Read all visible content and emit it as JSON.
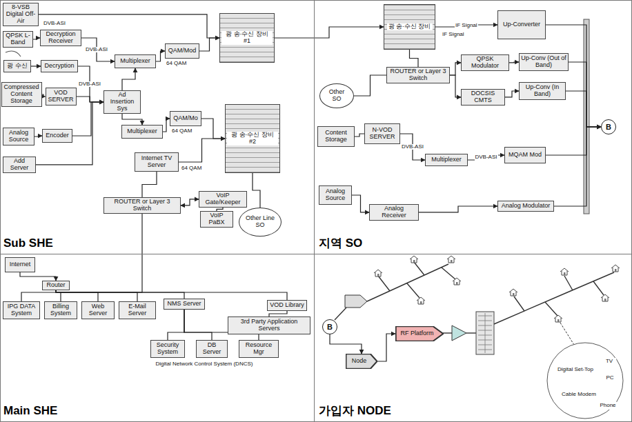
{
  "diagram": {
    "nodes": [
      {
        "text": [
          "Sub SHE"
        ]
      },
      {
        "text": [
          "지역 SO"
        ]
      },
      {
        "text": [
          "Main SHE"
        ]
      },
      {
        "text": [
          "가입자 NODE"
        ]
      },
      {
        "text": [
          "8-VSB Digital Off-Air"
        ],
        "in": 0
      },
      {
        "text": [
          "QPSK L-Band"
        ],
        "in": 0
      },
      {
        "text": [
          "Decryption Receiver"
        ],
        "in": 0
      },
      {
        "text": [
          "광 수신"
        ],
        "in": 0
      },
      {
        "text": [
          "Decryption"
        ],
        "in": 0
      },
      {
        "text": [
          "Compressed Content Storage"
        ],
        "in": 0
      },
      {
        "text": [
          "VOD SERVER"
        ],
        "in": 0
      },
      {
        "text": [
          "Analog Source"
        ],
        "in": 0
      },
      {
        "text": [
          "Encoder"
        ],
        "in": 0
      },
      {
        "text": [
          "Add Server"
        ],
        "in": 0
      },
      {
        "text": [
          "Ad Insertion Sys"
        ],
        "in": 0
      },
      {
        "text": [
          "Multiplexer"
        ],
        "in": 0
      },
      {
        "text": [
          "QAM/Mod"
        ],
        "in": 0
      },
      {
        "text": [
          "Multiplexer"
        ],
        "in": 0
      },
      {
        "text": [
          "QAM/Mo"
        ],
        "in": 0
      },
      {
        "text": [
          "광 송·수신 장비 #1"
        ],
        "in": 0
      },
      {
        "text": [
          "광 송·수신 장비 #2"
        ],
        "in": 0
      },
      {
        "text": [
          "Internet TV Server"
        ],
        "in": 0
      },
      {
        "text": [
          "VoIP Gate/Keeper"
        ],
        "in": 0
      },
      {
        "text": [
          "VoIP PaBX"
        ],
        "in": 0
      },
      {
        "text": [
          "Other Line SO"
        ],
        "in": 0
      },
      {
        "text": [
          "ROUTER or Layer 3 Switch"
        ],
        "in": 0
      },
      {
        "text": [
          "광 송·수신 장비"
        ],
        "in": 1
      },
      {
        "text": [
          "Up-Converter"
        ],
        "in": 1
      },
      {
        "text": [
          "QPSK Modulator"
        ],
        "in": 1
      },
      {
        "text": [
          "Up-Conv (Out of Band)"
        ],
        "in": 1
      },
      {
        "text": [
          "DOCSIS CMTS"
        ],
        "in": 1
      },
      {
        "text": [
          "Up-Conv (In Band)"
        ],
        "in": 1
      },
      {
        "text": [
          "ROUTER or Layer 3 Switch"
        ],
        "in": 1
      },
      {
        "text": [
          "Other SO"
        ],
        "in": 1
      },
      {
        "text": [
          "Content Storage"
        ],
        "in": 1
      },
      {
        "text": [
          "N-VOD SERVER"
        ],
        "in": 1
      },
      {
        "text": [
          "Multiplexer"
        ],
        "in": 1
      },
      {
        "text": [
          "MQAM Mod"
        ],
        "in": 1
      },
      {
        "text": [
          "Analog Source"
        ],
        "in": 1
      },
      {
        "text": [
          "Analog Receiver"
        ],
        "in": 1
      },
      {
        "text": [
          "Analog Modulator"
        ],
        "in": 1
      },
      {
        "text": [
          "B"
        ],
        "in": 1
      },
      {
        "text": [
          "Internet"
        ],
        "in": 2
      },
      {
        "text": [
          "Router"
        ],
        "in": 2
      },
      {
        "text": [
          "VOD Library"
        ],
        "in": 2
      },
      {
        "text": [
          "3rd Party Application Servers"
        ],
        "in": 2
      },
      {
        "text": [
          "NMS Server"
        ],
        "in": 2
      },
      {
        "text": [
          "IPG DATA System"
        ],
        "in": 2
      },
      {
        "text": [
          "Billing System"
        ],
        "in": 2
      },
      {
        "text": [
          "Web Server"
        ],
        "in": 2
      },
      {
        "text": [
          "E-Mail Server"
        ],
        "in": 2
      },
      {
        "text": [
          "Security System"
        ],
        "in": 2
      },
      {
        "text": [
          "DB Server"
        ],
        "in": 2
      },
      {
        "text": [
          "Resource Mgr"
        ],
        "in": 2
      },
      {
        "text": [
          "B"
        ],
        "in": 3
      },
      {
        "text": [
          "Node"
        ],
        "in": 3
      },
      {
        "text": [
          "RF Platform"
        ],
        "in": 3
      },
      {
        "text": [
          "TV"
        ],
        "in": 3
      },
      {
        "text": [
          "Digital Set-Top"
        ],
        "in": 3
      },
      {
        "text": [
          "PC"
        ],
        "in": 3
      },
      {
        "text": [
          "Cable Modem"
        ],
        "in": 3
      },
      {
        "text": [
          "Phone"
        ],
        "in": 3
      }
    ],
    "edges": [
      {
        "from": 4,
        "to": 19,
        "arrow": "to"
      },
      {
        "from": 5,
        "to": 6,
        "arrow": "to"
      },
      {
        "from": 6,
        "to": 15,
        "arrow": "to",
        "label": "DVB-ASI"
      },
      {
        "from": 7,
        "to": 8,
        "arrow": "to"
      },
      {
        "from": 8,
        "to": 14,
        "arrow": "to",
        "label": "DVB-ASI"
      },
      {
        "from": 9,
        "to": 10,
        "arrow": "to"
      },
      {
        "from": 10,
        "to": 14,
        "arrow": "to"
      },
      {
        "from": 11,
        "to": 12,
        "arrow": "to"
      },
      {
        "from": 12,
        "to": 14,
        "arrow": "to"
      },
      {
        "from": 13,
        "to": 14,
        "arrow": "to"
      },
      {
        "from": 14,
        "to": 15,
        "arrow": "to"
      },
      {
        "from": 14,
        "to": 17,
        "arrow": "to"
      },
      {
        "from": 15,
        "to": 16,
        "arrow": "to"
      },
      {
        "from": 17,
        "to": 18,
        "arrow": "to"
      },
      {
        "from": 16,
        "to": 19,
        "arrow": "to"
      },
      {
        "from": 18,
        "to": 20,
        "arrow": "to"
      },
      {
        "from": 21,
        "to": 20,
        "arrow": "to"
      },
      {
        "from": 21,
        "to": 25,
        "arrow": "none"
      },
      {
        "from": 25,
        "to": 22,
        "arrow": "both"
      },
      {
        "from": 22,
        "to": 23,
        "arrow": "none"
      },
      {
        "from": 20,
        "to": 24,
        "arrow": "none"
      },
      {
        "from": 19,
        "to": 26,
        "arrow": "to"
      },
      {
        "from": 26,
        "to": 27,
        "arrow": "to",
        "label": "IF Signal"
      },
      {
        "from": 26,
        "to": 32,
        "arrow": "none"
      },
      {
        "from": 32,
        "to": 28,
        "arrow": "to"
      },
      {
        "from": 28,
        "to": 29,
        "arrow": "to"
      },
      {
        "from": 32,
        "to": 30,
        "arrow": "to"
      },
      {
        "from": 30,
        "to": 31,
        "arrow": "to"
      },
      {
        "from": 33,
        "to": 32,
        "arrow": "none"
      },
      {
        "from": 34,
        "to": 35,
        "arrow": "none"
      },
      {
        "from": 35,
        "to": 36,
        "arrow": "to",
        "label": "DVB-ASI"
      },
      {
        "from": 36,
        "to": 37,
        "arrow": "to",
        "label": "DVB-ASI"
      },
      {
        "from": 38,
        "to": 39,
        "arrow": "to"
      },
      {
        "from": 39,
        "to": 40,
        "arrow": "to"
      },
      {
        "from": 27,
        "to": 41,
        "arrow": "to"
      },
      {
        "from": 29,
        "to": 41,
        "arrow": "to"
      },
      {
        "from": 31,
        "to": 41,
        "arrow": "to"
      },
      {
        "from": 37,
        "to": 41,
        "arrow": "to"
      },
      {
        "from": 40,
        "to": 41,
        "arrow": "to"
      },
      {
        "from": 42,
        "to": 43,
        "arrow": "to"
      },
      {
        "from": 43,
        "to": 47,
        "arrow": "none"
      },
      {
        "from": 43,
        "to": 48,
        "arrow": "none"
      },
      {
        "from": 43,
        "to": 49,
        "arrow": "none"
      },
      {
        "from": 43,
        "to": 50,
        "arrow": "none"
      },
      {
        "from": 43,
        "to": 46,
        "arrow": "none"
      },
      {
        "from": 43,
        "to": 44,
        "arrow": "none"
      },
      {
        "from": 44,
        "to": 45,
        "arrow": "none"
      },
      {
        "from": 25,
        "to": 43,
        "arrow": "none"
      },
      {
        "from": 46,
        "to": 51,
        "arrow": "none"
      },
      {
        "from": 46,
        "to": 52,
        "arrow": "none"
      },
      {
        "from": 46,
        "to": 53,
        "arrow": "none"
      },
      {
        "from": 54,
        "to": 55,
        "arrow": "to"
      },
      {
        "from": 55,
        "to": 56,
        "arrow": "to"
      }
    ],
    "labels": [
      "DVB-ASI",
      "64 QAM",
      "64 QAM",
      "64 QAM",
      "IF Signal",
      "Digital Network Control System (DNCS)"
    ]
  }
}
